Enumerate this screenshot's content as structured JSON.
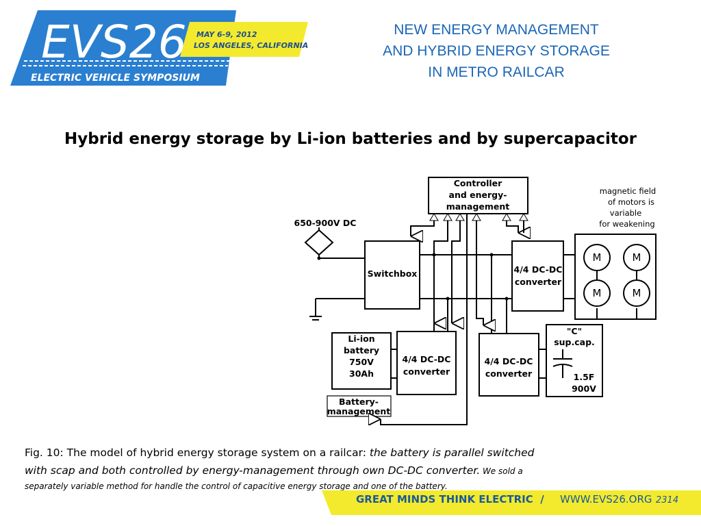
{
  "logo": {
    "name": "EVS26",
    "dates": "MAY 6-9, 2012",
    "location": "LOS ANGELES, CALIFORNIA",
    "tagline": "ELECTRIC VEHICLE SYMPOSIUM"
  },
  "header": {
    "title_lines": [
      "NEW ENERGY MANAGEMENT",
      "AND  HYBRID ENERGY STORAGE",
      "IN METRO RAILCAR"
    ]
  },
  "subtitle": "Hybrid energy storage by Li-ion batteries and by supercapacitor",
  "diagram": {
    "controller": [
      "Controller",
      "and energy-",
      "management"
    ],
    "source": "650-900V DC",
    "switchbox": "Switchbox",
    "motor_converter": [
      "4/4 DC-DC",
      "converter"
    ],
    "battery_converter": [
      "4/4 DC-DC",
      "converter"
    ],
    "scap_converter": [
      "4/4 DC-DC",
      "converter"
    ],
    "battery": [
      "Li-ion",
      "battery",
      "750V",
      "30Ah"
    ],
    "battery_management": [
      "Battery-",
      "management"
    ],
    "supercap": [
      "\"C\"",
      "sup.cap.",
      "1.5F",
      "900V"
    ],
    "motor_label": "M",
    "magnetic_note": [
      "magnetic field",
      "of motors is",
      "variable",
      "for weakening"
    ]
  },
  "caption": {
    "lead": "Fig. 10: The model of hybrid energy storage system on a railcar: ",
    "italic1": "the battery is parallel switched",
    "italic2": "with scap and both controlled by energy-management through own DC-DC converter.",
    "small_a": " We sold a",
    "small_b": "separately variable method for handle the control of capacitive energy storage and one of the battery."
  },
  "footer": {
    "slogan": "GREAT MINDS THINK ELECTRIC",
    "separator": "/",
    "url": "WWW.EVS26.ORG",
    "slide_number": "2314"
  },
  "colors": {
    "accent_blue": "#1a66b5",
    "logo_blue": "#2a7fd0",
    "logo_yellow": "#f3ea2e"
  }
}
